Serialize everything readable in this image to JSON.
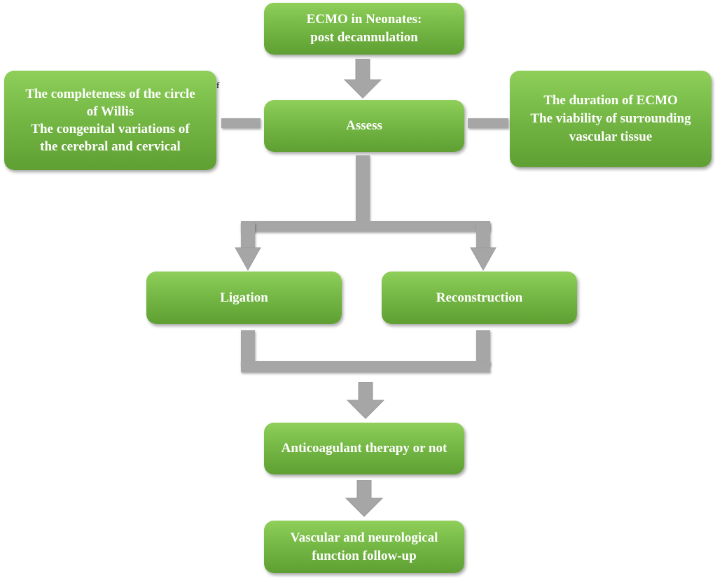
{
  "diagram": {
    "nodes": {
      "start": {
        "lines": [
          "ECMO in Neonates:",
          "post decannulation"
        ]
      },
      "assess": {
        "lines": [
          "Assess"
        ]
      },
      "left_factors": {
        "lines": [
          "The completeness of the circle",
          "of Willis",
          "The congenital variations of",
          "the cerebral and cervical"
        ]
      },
      "right_factors": {
        "lines": [
          "The duration of ECMO",
          "The viability of surrounding",
          "vascular tissue"
        ]
      },
      "ligation": {
        "lines": [
          "Ligation"
        ]
      },
      "reconstruction": {
        "lines": [
          "Reconstruction"
        ]
      },
      "anticoagulant": {
        "lines": [
          "Anticoagulant therapy or not"
        ]
      },
      "followup": {
        "lines": [
          "Vascular and neurological",
          "function follow-up"
        ]
      }
    },
    "stray_mark": "f",
    "colors": {
      "box_fill": "#76b946",
      "box_text": "#ffffff",
      "connector": "#a6a6a6"
    }
  }
}
